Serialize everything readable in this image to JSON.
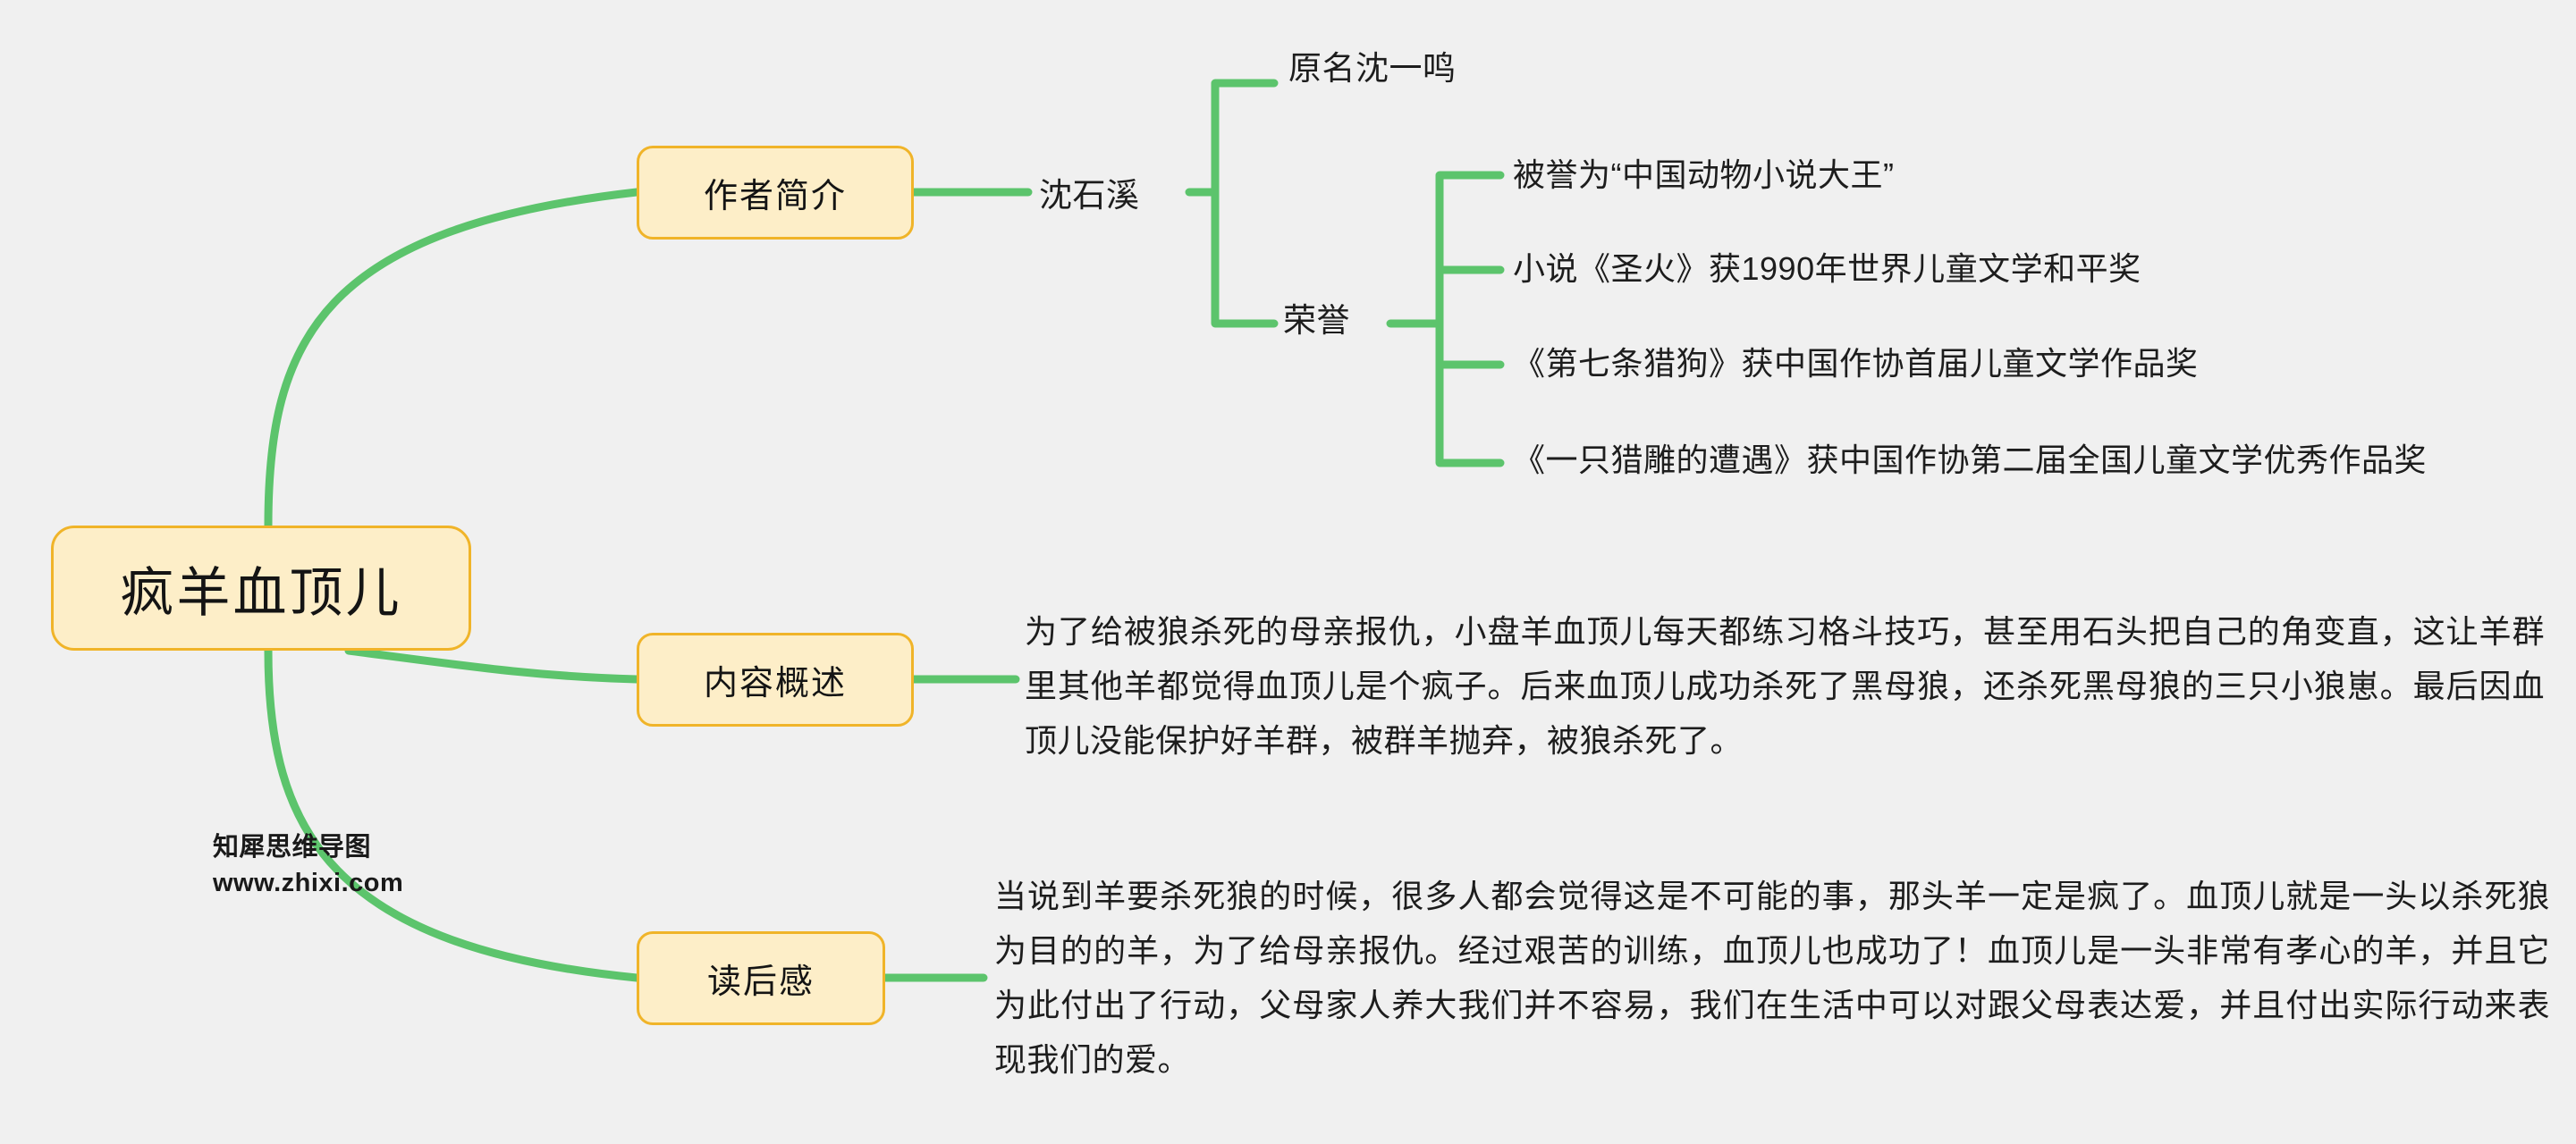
{
  "theme": {
    "background": "#f0f0f0",
    "node_fill": "#fdeec8",
    "node_border": "#f0b429",
    "edge_color": "#5cc46c",
    "text_color": "#1d1d1d"
  },
  "root": {
    "label": "疯羊血顶儿"
  },
  "branches": [
    {
      "id": "author",
      "label": "作者简介",
      "children": [
        {
          "id": "shenshixi",
          "label": "沈石溪",
          "children": [
            {
              "id": "originalname",
              "label": "原名沈一鸣"
            },
            {
              "id": "honor",
              "label": "荣誉",
              "children": [
                {
                  "id": "honor-0",
                  "label": "被誉为“中国动物小说大王”"
                },
                {
                  "id": "honor-1",
                  "label": "小说《圣火》获1990年世界儿童文学和平奖"
                },
                {
                  "id": "honor-2",
                  "label": "《第七条猎狗》获中国作协首届儿童文学作品奖"
                },
                {
                  "id": "honor-3",
                  "label": "《一只猎雕的遭遇》获中国作协第二届全国儿童文学优秀作品奖"
                }
              ]
            }
          ]
        }
      ]
    },
    {
      "id": "summary",
      "label": "内容概述",
      "children": [
        {
          "id": "para-summary",
          "label": "为了给被狼杀死的母亲报仇，小盘羊血顶儿每天都练习格斗技巧，甚至用石头把自己的角变直，这让羊群里其他羊都觉得血顶儿是个疯子。后来血顶儿成功杀死了黑母狼，还杀死黑母狼的三只小狼崽。最后因血顶儿没能保护好羊群，被群羊抛弃，被狼杀死了。"
        }
      ]
    },
    {
      "id": "review",
      "label": "读后感",
      "children": [
        {
          "id": "para-review",
          "label": "当说到羊要杀死狼的时候，很多人都会觉得这是不可能的事，那头羊一定是疯了。血顶儿就是一头以杀死狼为目的的羊，为了给母亲报仇。经过艰苦的训练，血顶儿也成功了！血顶儿是一头非常有孝心的羊，并且它为此付出了行动，父母家人养大我们并不容易，我们在生活中可以对跟父母表达爱，并且付出实际行动来表现我们的爱。"
        }
      ]
    }
  ],
  "watermark": {
    "line1": "知犀思维导图",
    "line2": "www.zhixi.com"
  }
}
